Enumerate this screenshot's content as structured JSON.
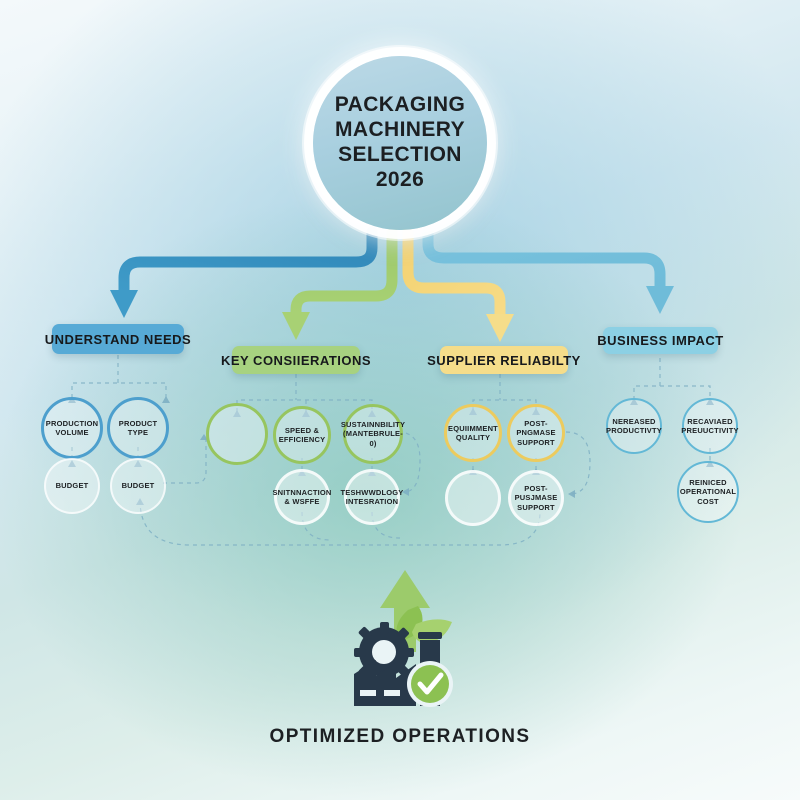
{
  "hub": {
    "lines": [
      "Packaging",
      "Machinery",
      "Selection",
      "2026"
    ]
  },
  "colors": {
    "blue": "#57aad6",
    "green": "#a7d280",
    "yellow": "#f5dd8a",
    "light_blue": "#8cd0e4",
    "ring_blue": "#4d9fcd",
    "ring_green": "#97c55f",
    "ring_yellow": "#eccb5e",
    "ring_cyan": "#63b8d6",
    "dark_text": "#1d2023",
    "factory": "#28394a",
    "leaf": "#8cc63f"
  },
  "branches": [
    {
      "id": "understand-needs",
      "title": "Understand Needs",
      "color": "#57aad6",
      "nodes": [
        {
          "id": "production-volume",
          "lines": [
            "Production",
            "Volume"
          ]
        },
        {
          "id": "product-type",
          "lines": [
            "Product",
            "Type"
          ]
        },
        {
          "id": "budget-1",
          "lines": [
            "Budget"
          ]
        },
        {
          "id": "budget-2",
          "lines": [
            "Budget"
          ]
        }
      ]
    },
    {
      "id": "key-considerations",
      "title": "Key Consiierations",
      "color": "#a7d280",
      "nodes": [
        {
          "id": "blank-green",
          "lines": [
            ""
          ]
        },
        {
          "id": "speed-efficiency",
          "lines": [
            "Speed &",
            "Efficiency"
          ]
        },
        {
          "id": "sustainability",
          "lines": [
            "Sustainnbility",
            "(Mantebrule-0)"
          ]
        },
        {
          "id": "satisfaction-waste",
          "lines": [
            "Snitnnaction",
            "& Wsffe"
          ]
        },
        {
          "id": "technology-integration",
          "lines": [
            "Teshwwdlogy",
            "Intesration"
          ]
        }
      ]
    },
    {
      "id": "supplier-reliability",
      "title": "Supplier Reliabilty",
      "color": "#f5dd8a",
      "nodes": [
        {
          "id": "equipment-quality",
          "lines": [
            "Equiimment",
            "Quality"
          ]
        },
        {
          "id": "post-purchase-support-1",
          "lines": [
            "Post-Pngmase",
            "Support"
          ]
        },
        {
          "id": "blank-yellow",
          "lines": [
            ""
          ]
        },
        {
          "id": "post-purchase-support-2",
          "lines": [
            "Post-Pusjmase",
            "Support"
          ]
        }
      ]
    },
    {
      "id": "business-impact",
      "title": "Business Impact",
      "color": "#8cd0e4",
      "nodes": [
        {
          "id": "increased-productivity",
          "lines": [
            "Nereased",
            "Productivty"
          ]
        },
        {
          "id": "reduced-productivity",
          "lines": [
            "Recaviaed",
            "Preuuctivity"
          ]
        },
        {
          "id": "reduced-operational-cost",
          "lines": [
            "Reiniced",
            "Operational",
            "Cost"
          ]
        }
      ]
    }
  ],
  "footer": {
    "caption": "Optimized Operations",
    "icon": "factory-gear-leaf-check-icon"
  }
}
